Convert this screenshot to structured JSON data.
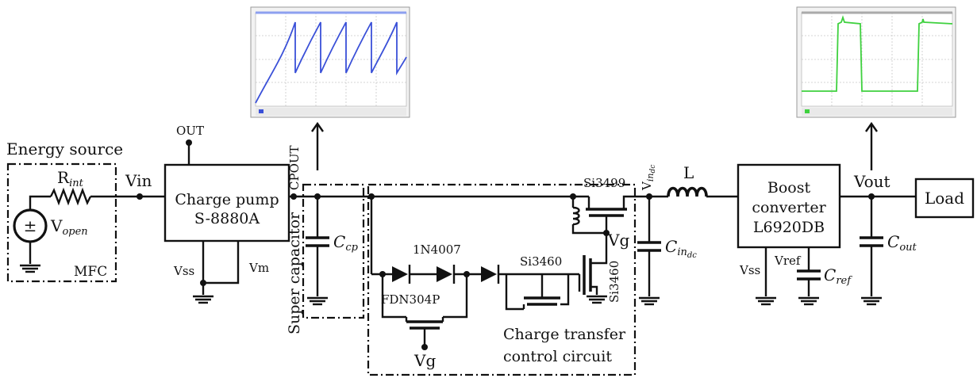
{
  "labels": {
    "energy_source": "Energy source",
    "rint": "R",
    "rint_sub": "int",
    "vopen": "V",
    "vopen_sub": "open",
    "plusminus": "±",
    "mfc": "MFC",
    "vin": "Vin",
    "out": "OUT",
    "cpout": "CPOUT",
    "charge_pump_line1": "Charge pump",
    "charge_pump_line2": "S-8880A",
    "vss_cp": "Vss",
    "vm": "Vm",
    "super_capacitor": "Super capacitor",
    "ccp": "C",
    "ccp_sub": "cp",
    "d1n4007": "1N4007",
    "fdn304p": "FDN304P",
    "vg_bottom": "Vg",
    "si3460_a": "Si3460",
    "si3460_b": "Si3460",
    "si3499": "Si3499",
    "vg_right": "Vg",
    "charge_transfer_line1": "Charge transfer",
    "charge_transfer_line2": "control circuit",
    "vindc": "V",
    "vindc_sub": "in",
    "vindc_subsub": "dc",
    "cindc": "C",
    "cindc_sub": "in",
    "cindc_subsub": "dc",
    "inductor": "L",
    "boost_line1": "Boost",
    "boost_line2": "converter",
    "boost_line3": "L6920DB",
    "vss_boost": "Vss",
    "vref": "Vref",
    "cref": "C",
    "cref_sub": "ref",
    "vout": "Vout",
    "cout": "C",
    "cout_sub": "out",
    "load": "Load"
  },
  "colors": {
    "scope1_trace": "#3a50d8",
    "scope2_trace": "#3fd13f",
    "wire": "#111111"
  }
}
